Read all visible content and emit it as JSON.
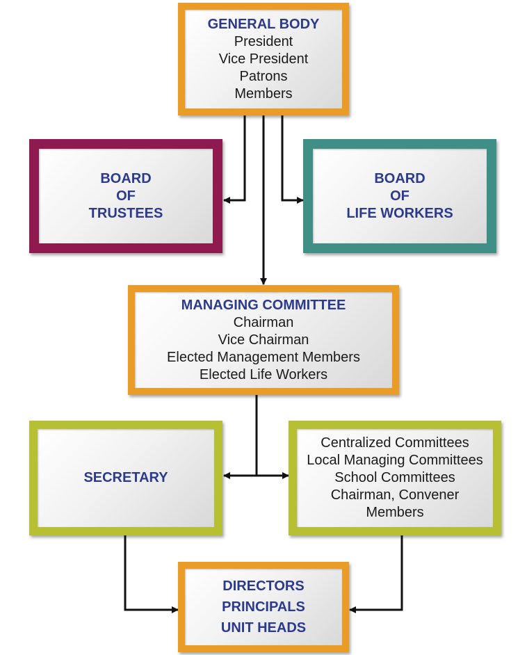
{
  "general_body": {
    "title": "GENERAL BODY",
    "lines": [
      "President",
      "Vice President",
      "Patrons",
      "Members"
    ]
  },
  "board_of_trustees": {
    "title_lines": [
      "BOARD",
      "OF",
      "TRUSTEES"
    ]
  },
  "board_of_life_workers": {
    "title_lines": [
      "BOARD",
      "OF",
      "LIFE WORKERS"
    ]
  },
  "managing_committee": {
    "title": "MANAGING COMMITTEE",
    "lines": [
      "Chairman",
      "Vice Chairman",
      "Elected Management Members",
      "Elected Life Workers"
    ]
  },
  "secretary": {
    "title": "SECRETARY"
  },
  "committees": {
    "lines": [
      "Centralized Committees",
      "Local Managing Committees",
      "School Committees",
      "Chairman, Convener",
      "Members"
    ]
  },
  "directors": {
    "title_lines": [
      "DIRECTORS",
      "PRINCIPALS",
      "UNIT HEADS"
    ]
  },
  "colors": {
    "orange_frame": "#e99d28",
    "maroon_frame": "#8e1a4f",
    "teal_frame": "#3f8f87",
    "lime_frame": "#b6c032",
    "title_text": "#2b3a8f",
    "connector": "#111111"
  }
}
